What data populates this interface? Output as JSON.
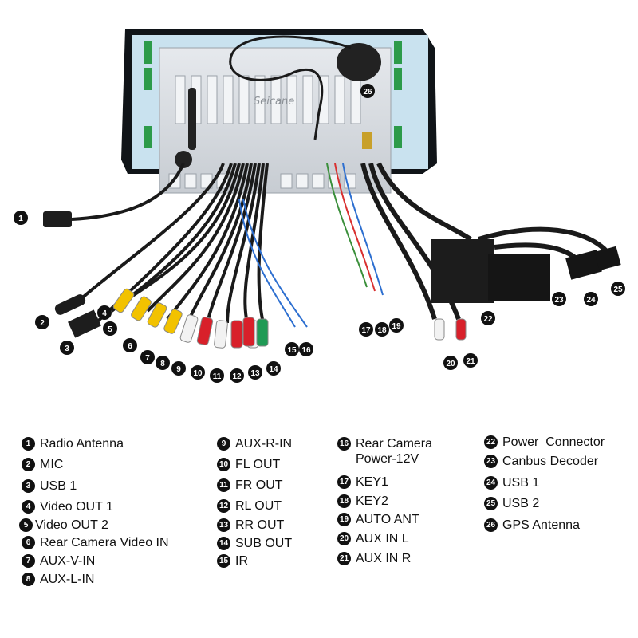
{
  "watermark": "Seicane",
  "legend": [
    {
      "num": "1",
      "label": "Radio Antenna"
    },
    {
      "num": "2",
      "label": "MIC"
    },
    {
      "num": "3",
      "label": "USB 1"
    },
    {
      "num": "4",
      "label": "Video OUT 1"
    },
    {
      "num": "5",
      "label": "Video OUT 2"
    },
    {
      "num": "6",
      "label": "Rear Camera Video IN"
    },
    {
      "num": "7",
      "label": "AUX-V-IN"
    },
    {
      "num": "8",
      "label": "AUX-L-IN"
    },
    {
      "num": "9",
      "label": "AUX-R-IN"
    },
    {
      "num": "10",
      "label": "FL OUT"
    },
    {
      "num": "11",
      "label": "FR OUT"
    },
    {
      "num": "12",
      "label": "RL OUT"
    },
    {
      "num": "13",
      "label": "RR OUT"
    },
    {
      "num": "14",
      "label": "SUB OUT"
    },
    {
      "num": "15",
      "label": "IR"
    },
    {
      "num": "16",
      "label": "Rear Camera\nPower-12V"
    },
    {
      "num": "17",
      "label": "KEY1"
    },
    {
      "num": "18",
      "label": "KEY2"
    },
    {
      "num": "19",
      "label": "AUTO ANT"
    },
    {
      "num": "20",
      "label": "AUX IN L"
    },
    {
      "num": "21",
      "label": "AUX IN R"
    },
    {
      "num": "22",
      "label": "Power  Connector"
    },
    {
      "num": "23",
      "label": "Canbus Decoder"
    },
    {
      "num": "24",
      "label": "USB 1"
    },
    {
      "num": "25",
      "label": "USB 2"
    },
    {
      "num": "26",
      "label": "GPS Antenna"
    }
  ],
  "colors": {
    "badge": "#111111",
    "yellow_rca": "#f2c200",
    "white_rca": "#f2f2f2",
    "red_rca": "#d8202a",
    "green_rca": "#1f9a55",
    "cable": "#1a1a1a",
    "chassis": "#d9dde2",
    "frame": "#151a20"
  }
}
